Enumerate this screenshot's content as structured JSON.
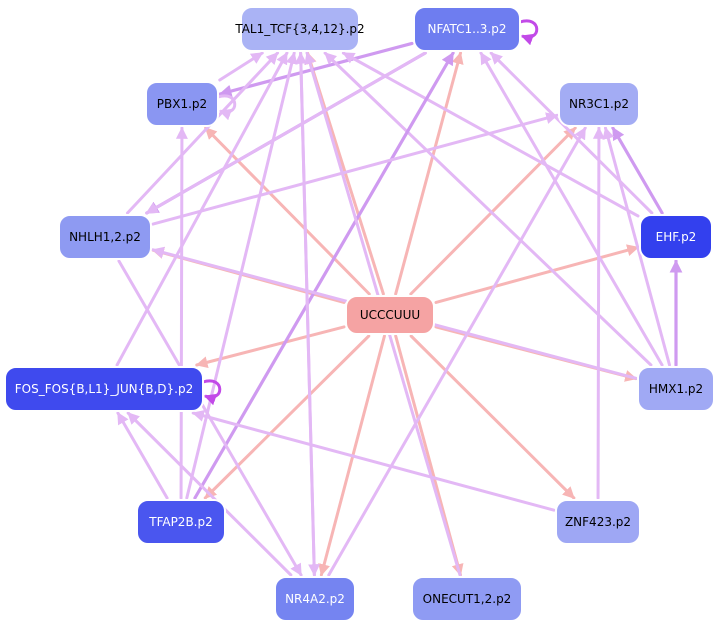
{
  "colors": {
    "edge_center": "#f7b5b5",
    "edge_other": "#e3b8f5",
    "edge_strong": "#cf9af0",
    "self_loop": "#c24ae8",
    "center_fill": "#f5a3a3",
    "node_border": "#ffffff"
  },
  "nodes": [
    {
      "id": "UCCCUUU",
      "label": "UCCCUUU",
      "fill": "#f5a3a3",
      "text": "#000000"
    },
    {
      "id": "TAL1",
      "label": "TAL1_TCF{3,4,12}.p2",
      "fill": "#aab3f5",
      "text": "#000000"
    },
    {
      "id": "NFATC1",
      "label": "NFATC1..3.p2",
      "fill": "#6e7df0",
      "text": "#ffffff"
    },
    {
      "id": "PBX1",
      "label": "PBX1.p2",
      "fill": "#8a96f2",
      "text": "#000000"
    },
    {
      "id": "NR3C1",
      "label": "NR3C1.p2",
      "fill": "#a3acf4",
      "text": "#000000"
    },
    {
      "id": "NHLH1",
      "label": "NHLH1,2.p2",
      "fill": "#8e9af2",
      "text": "#000000"
    },
    {
      "id": "EHF",
      "label": "EHF.p2",
      "fill": "#3340ee",
      "text": "#ffffff"
    },
    {
      "id": "FOS",
      "label": "FOS_FOS{B,L1}_JUN{B,D}.p2",
      "fill": "#3f4aee",
      "text": "#ffffff"
    },
    {
      "id": "HMX1",
      "label": "HMX1.p2",
      "fill": "#a0a9f4",
      "text": "#000000"
    },
    {
      "id": "TFAP2B",
      "label": "TFAP2B.p2",
      "fill": "#4a56ef",
      "text": "#ffffff"
    },
    {
      "id": "ZNF423",
      "label": "ZNF423.p2",
      "fill": "#9ea7f4",
      "text": "#000000"
    },
    {
      "id": "NR4A2",
      "label": "NR4A2.p2",
      "fill": "#7584f1",
      "text": "#ffffff"
    },
    {
      "id": "ONECUT1",
      "label": "ONECUT1,2.p2",
      "fill": "#8f9bf3",
      "text": "#000000"
    }
  ],
  "edges": [
    {
      "from": "UCCCUUU",
      "to": "TAL1",
      "kind": "center"
    },
    {
      "from": "UCCCUUU",
      "to": "NFATC1",
      "kind": "center"
    },
    {
      "from": "UCCCUUU",
      "to": "PBX1",
      "kind": "center"
    },
    {
      "from": "UCCCUUU",
      "to": "NR3C1",
      "kind": "center"
    },
    {
      "from": "UCCCUUU",
      "to": "NHLH1",
      "kind": "center"
    },
    {
      "from": "UCCCUUU",
      "to": "EHF",
      "kind": "center"
    },
    {
      "from": "UCCCUUU",
      "to": "FOS",
      "kind": "center"
    },
    {
      "from": "UCCCUUU",
      "to": "HMX1",
      "kind": "center"
    },
    {
      "from": "UCCCUUU",
      "to": "TFAP2B",
      "kind": "center"
    },
    {
      "from": "UCCCUUU",
      "to": "ZNF423",
      "kind": "center"
    },
    {
      "from": "UCCCUUU",
      "to": "NR4A2",
      "kind": "center"
    },
    {
      "from": "UCCCUUU",
      "to": "ONECUT1",
      "kind": "center"
    },
    {
      "from": "PBX1",
      "to": "TAL1",
      "kind": "other"
    },
    {
      "from": "NFATC1",
      "to": "PBX1",
      "kind": "strong"
    },
    {
      "from": "NHLH1",
      "to": "TAL1",
      "kind": "other"
    },
    {
      "from": "NFATC1",
      "to": "NHLH1",
      "kind": "strong"
    },
    {
      "from": "NFATC1",
      "to": "NHLH1",
      "kind": "other"
    },
    {
      "from": "EHF",
      "to": "NR3C1",
      "kind": "strong"
    },
    {
      "from": "EHF",
      "to": "TAL1",
      "kind": "other"
    },
    {
      "from": "EHF",
      "to": "NFATC1",
      "kind": "other"
    },
    {
      "from": "HMX1",
      "to": "NR3C1",
      "kind": "other"
    },
    {
      "from": "HMX1",
      "to": "EHF",
      "kind": "strong"
    },
    {
      "from": "HMX1",
      "to": "NFATC1",
      "kind": "other"
    },
    {
      "from": "HMX1",
      "to": "TAL1",
      "kind": "other"
    },
    {
      "from": "FOS",
      "to": "TAL1",
      "kind": "other"
    },
    {
      "from": "TFAP2B",
      "to": "TAL1",
      "kind": "other"
    },
    {
      "from": "TFAP2B",
      "to": "NFATC1",
      "kind": "strong"
    },
    {
      "from": "TFAP2B",
      "to": "PBX1",
      "kind": "other"
    },
    {
      "from": "TFAP2B",
      "to": "FOS",
      "kind": "other"
    },
    {
      "from": "NR4A2",
      "to": "TAL1",
      "kind": "other"
    },
    {
      "from": "NR4A2",
      "to": "FOS",
      "kind": "other"
    },
    {
      "from": "NR4A2",
      "to": "NR3C1",
      "kind": "other"
    },
    {
      "from": "ZNF423",
      "to": "FOS",
      "kind": "other"
    },
    {
      "from": "ZNF423",
      "to": "NR3C1",
      "kind": "other"
    },
    {
      "from": "ONECUT1",
      "to": "TAL1",
      "kind": "other"
    },
    {
      "from": "NHLH1",
      "to": "NR4A2",
      "kind": "other"
    },
    {
      "from": "TAL1",
      "to": "NR4A2",
      "kind": "other"
    },
    {
      "from": "NHLH1",
      "to": "NR3C1",
      "kind": "other"
    },
    {
      "from": "HMX1",
      "to": "NHLH1",
      "kind": "other"
    }
  ],
  "self_loops": [
    "NFATC1",
    "FOS",
    "PBX1"
  ]
}
